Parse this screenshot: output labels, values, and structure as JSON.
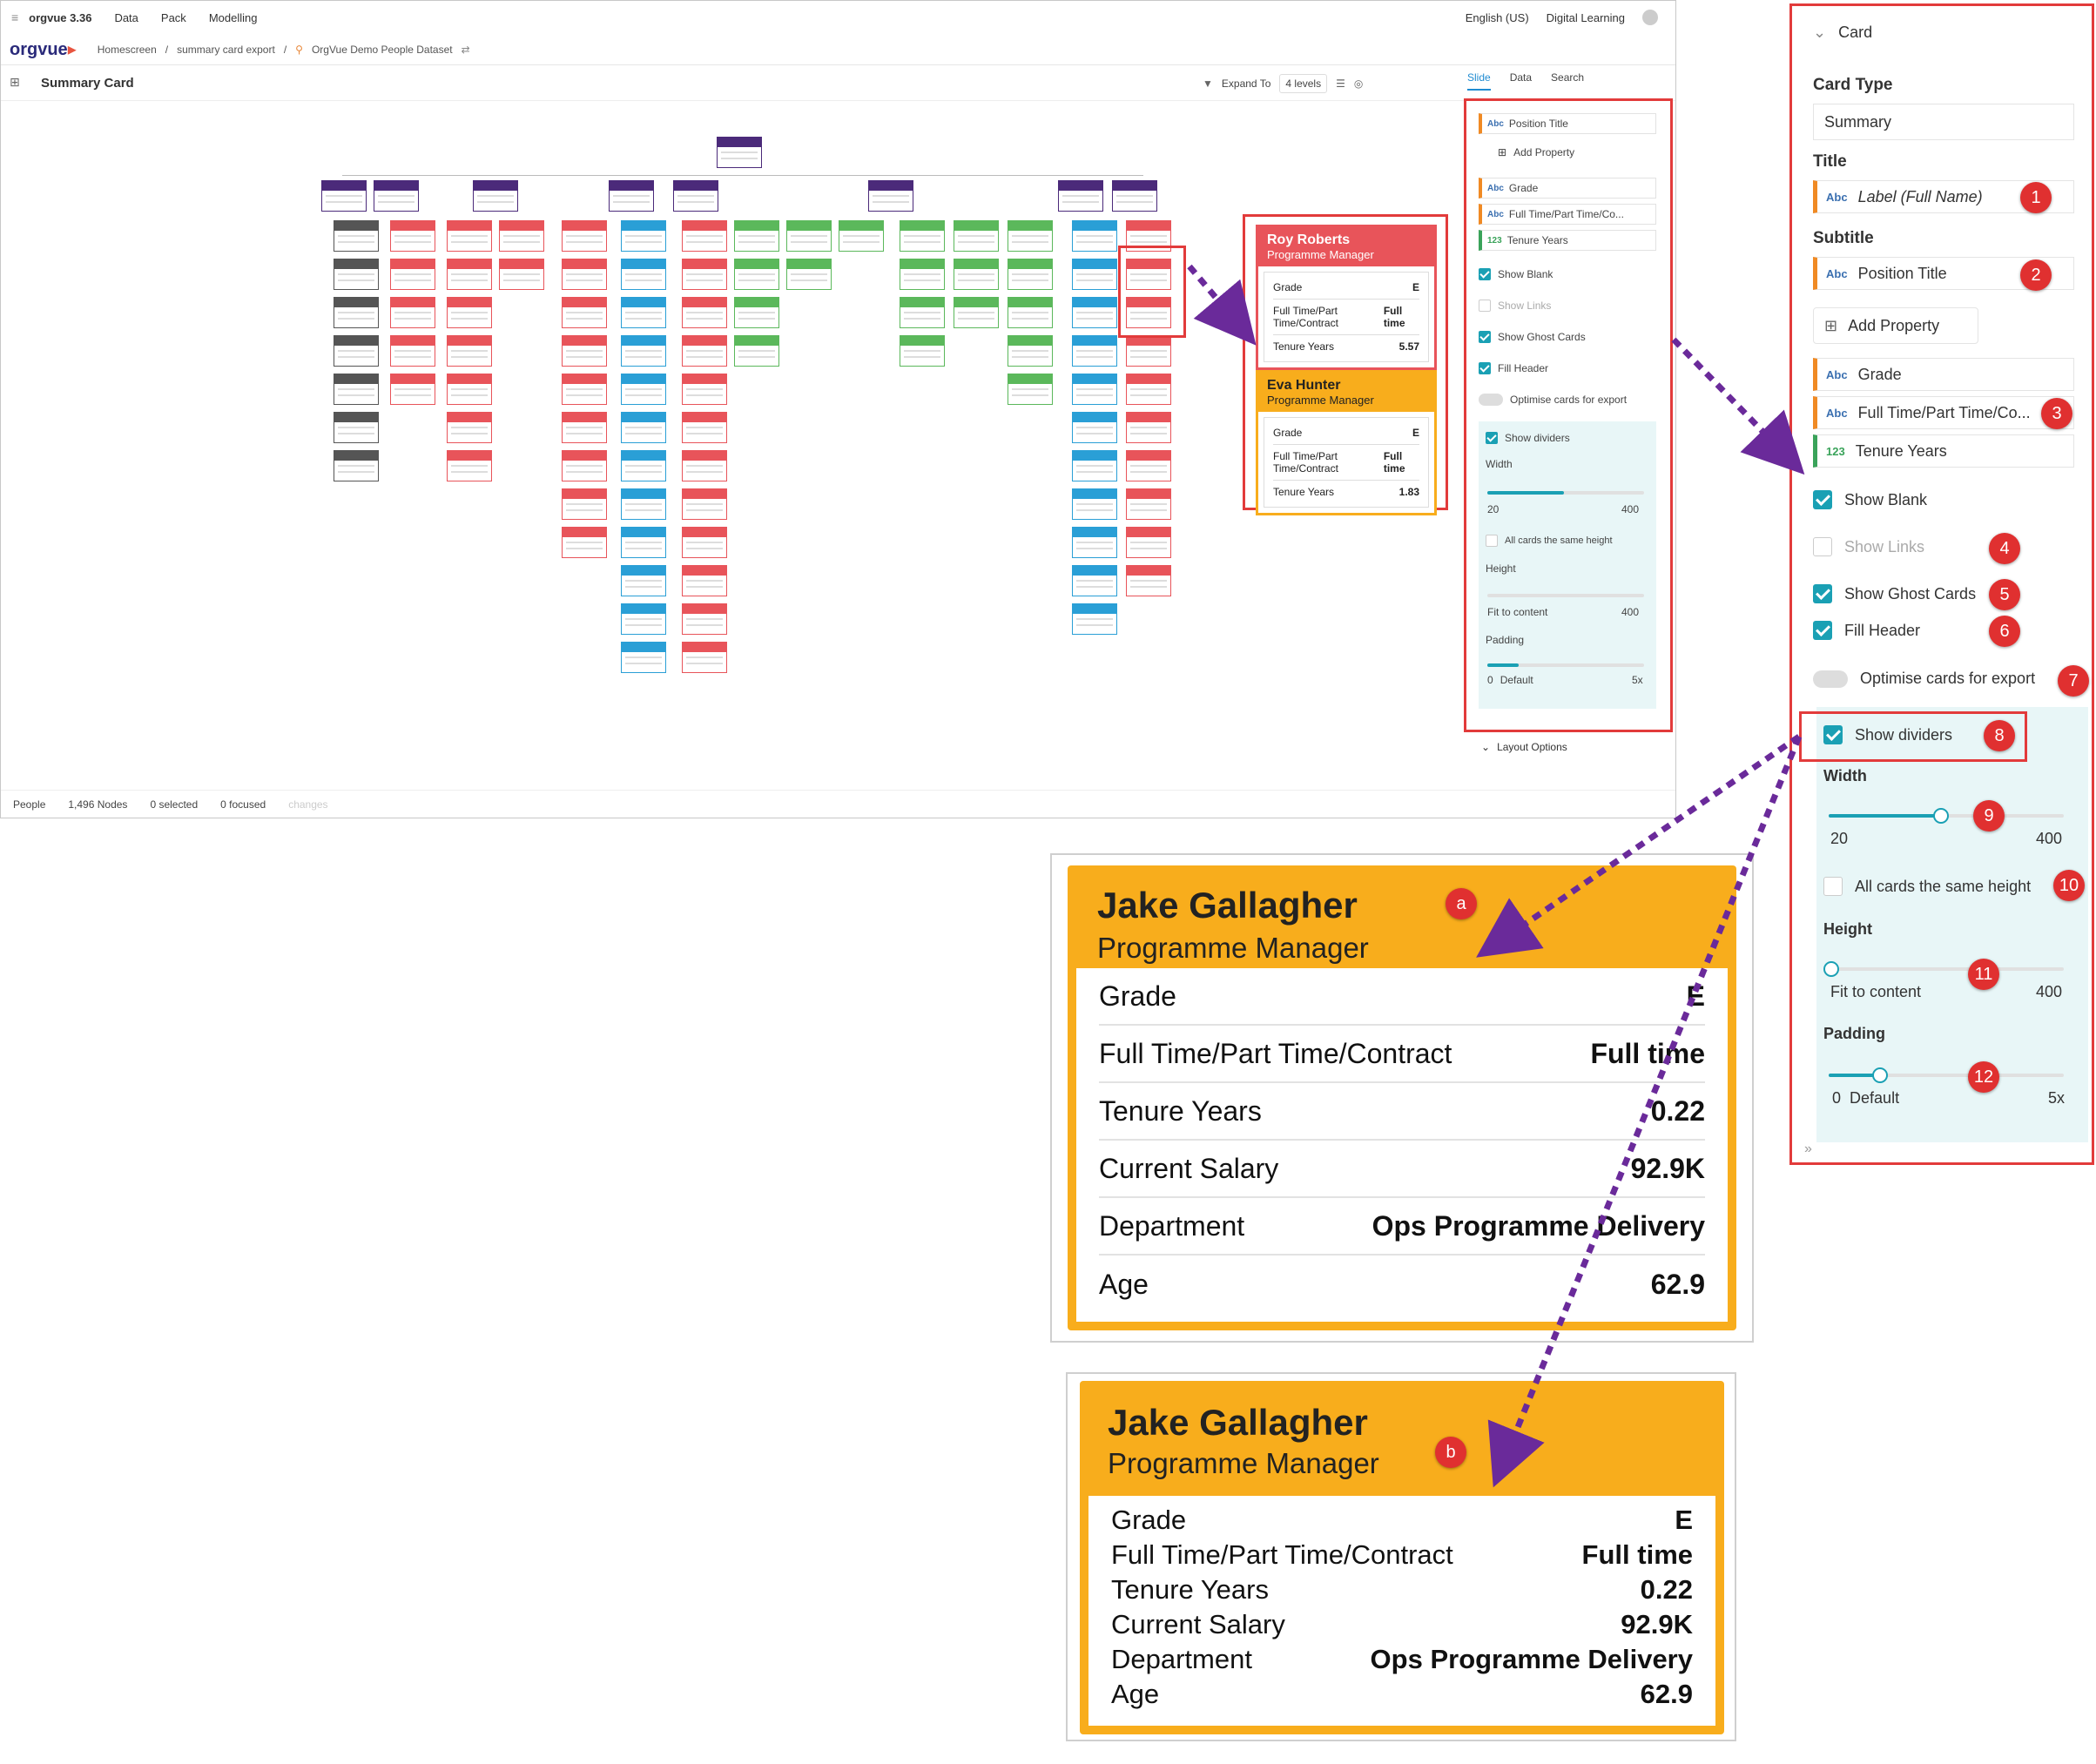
{
  "app": {
    "version": "orgvue 3.36",
    "menu": [
      "Data",
      "Pack",
      "Modelling"
    ],
    "language": "English (US)",
    "learning": "Digital Learning",
    "logo": "orgvue",
    "breadcrumbs": [
      "Homescreen",
      "summary card export",
      "OrgVue Demo People Dataset"
    ],
    "view_title": "Summary Card",
    "expand_label": "Expand To",
    "expand_value": "4 levels",
    "tabs": [
      "Slide",
      "Data",
      "Search"
    ],
    "status": {
      "people": "People",
      "nodes": "1,496 Nodes",
      "selected": "0 selected",
      "focused": "0 focused",
      "changes": "changes"
    }
  },
  "small_panel": {
    "position_title": "Position Title",
    "add_property": "Add Property",
    "props": [
      "Grade",
      "Full Time/Part Time/Co...",
      "Tenure Years"
    ],
    "show_blank": "Show Blank",
    "show_links": "Show Links",
    "show_ghost": "Show Ghost Cards",
    "fill_header": "Fill Header",
    "optimise": "Optimise cards for export",
    "show_dividers": "Show dividers",
    "width": "Width",
    "width_min": "20",
    "width_max": "400",
    "same_height": "All cards the same height",
    "height": "Height",
    "fit": "Fit to content",
    "height_max": "400",
    "padding": "Padding",
    "pad_min": "0",
    "pad_default": "Default",
    "pad_max": "5x",
    "layout_options": "Layout Options"
  },
  "zoom_cards": [
    {
      "name": "Roy Roberts",
      "position": "Programme Manager",
      "color": "#e8545a",
      "rows": [
        {
          "k": "Grade",
          "v": "E"
        },
        {
          "k": "Full Time/Part Time/Contract",
          "v": "Full time"
        },
        {
          "k": "Tenure Years",
          "v": "5.57"
        }
      ]
    },
    {
      "name": "Eva Hunter",
      "position": "Programme Manager",
      "color": "#f8ad1c",
      "rows": [
        {
          "k": "Grade",
          "v": "E"
        },
        {
          "k": "Full Time/Part Time/Contract",
          "v": "Full time"
        },
        {
          "k": "Tenure Years",
          "v": "1.83"
        }
      ]
    }
  ],
  "panel": {
    "section": "Card",
    "card_type_label": "Card Type",
    "card_type": "Summary",
    "title_label": "Title",
    "title_value": "Label (Full Name)",
    "subtitle_label": "Subtitle",
    "subtitle_value": "Position Title",
    "add_property": "Add Property",
    "props": [
      {
        "type": "Abc",
        "label": "Grade"
      },
      {
        "type": "Abc",
        "label": "Full Time/Part Time/Co..."
      },
      {
        "type": "123",
        "label": "Tenure Years"
      }
    ],
    "show_blank": "Show Blank",
    "show_links": "Show Links",
    "show_ghost": "Show Ghost Cards",
    "fill_header": "Fill Header",
    "optimise": "Optimise cards for export",
    "show_dividers": "Show dividers",
    "width": "Width",
    "width_min": "20",
    "width_max": "400",
    "same_height": "All cards the same height",
    "height": "Height",
    "fit": "Fit to content",
    "height_max": "400",
    "padding": "Padding",
    "pad_min": "0",
    "pad_default": "Default",
    "pad_max": "5x",
    "badges": [
      "1",
      "2",
      "3",
      "4",
      "5",
      "6",
      "7",
      "8",
      "9",
      "10",
      "11",
      "12"
    ]
  },
  "big_cards": [
    {
      "badge": "a",
      "name": "Jake Gallagher",
      "position": "Programme Manager",
      "rows": [
        {
          "k": "Grade",
          "v": "E"
        },
        {
          "k": "Full Time/Part Time/Contract",
          "v": "Full time"
        },
        {
          "k": "Tenure Years",
          "v": "0.22"
        },
        {
          "k": "Current Salary",
          "v": "92.9K"
        },
        {
          "k": "Department",
          "v": "Ops Programme Delivery"
        },
        {
          "k": "Age",
          "v": "62.9"
        }
      ]
    },
    {
      "badge": "b",
      "name": "Jake Gallagher",
      "position": "Programme Manager",
      "rows": [
        {
          "k": "Grade",
          "v": "E"
        },
        {
          "k": "Full Time/Part Time/Contract",
          "v": "Full time"
        },
        {
          "k": "Tenure Years",
          "v": "0.22"
        },
        {
          "k": "Current Salary",
          "v": "92.9K"
        },
        {
          "k": "Department",
          "v": "Ops Programme Delivery"
        },
        {
          "k": "Age",
          "v": "62.9"
        }
      ]
    }
  ],
  "colors": {
    "accent": "#1aa0b4",
    "highlight": "#e23b3b",
    "arrow": "#6a2a9a",
    "orange": "#f8ad1c",
    "red": "#e8545a",
    "purple": "#4b2a7a",
    "blue": "#2a9fd6",
    "green": "#5bb85b",
    "grey": "#555555"
  }
}
